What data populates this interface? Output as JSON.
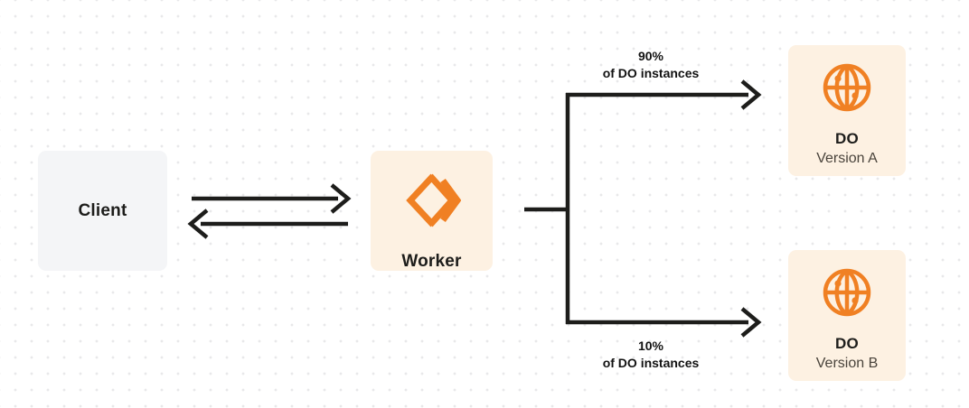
{
  "diagram": {
    "type": "architecture-flow",
    "background": "#ffffff",
    "dot_grid_color": "#e8e8ea",
    "nodes": [
      {
        "id": "client",
        "label": "Client",
        "icon": null,
        "fill": "#f4f5f7",
        "text_color": "#1d1d1b"
      },
      {
        "id": "worker",
        "label": "Worker",
        "icon": "cloudflare-workers-icon",
        "fill": "#fdf1e2",
        "icon_color": "#f08023",
        "text_color": "#1d1d1b"
      },
      {
        "id": "do-a",
        "label": "DO",
        "sublabel": "Version A",
        "icon": "globe-icon",
        "fill": "#fdf1e2",
        "icon_color": "#f08023",
        "text_color": "#1d1d1b",
        "sub_color": "#4a443c"
      },
      {
        "id": "do-b",
        "label": "DO",
        "sublabel": "Version B",
        "icon": "globe-icon",
        "fill": "#fdf1e2",
        "icon_color": "#f08023",
        "text_color": "#1d1d1b",
        "sub_color": "#4a443c"
      }
    ],
    "edges": [
      {
        "id": "client-to-worker",
        "from": "client",
        "to": "worker",
        "direction": "right",
        "label": ""
      },
      {
        "id": "worker-to-client",
        "from": "worker",
        "to": "client",
        "direction": "left",
        "label": ""
      },
      {
        "id": "worker-to-do-a",
        "from": "worker",
        "to": "do-a",
        "direction": "right",
        "percent": "90%",
        "caption": "of DO instances"
      },
      {
        "id": "worker-to-do-b",
        "from": "worker",
        "to": "do-b",
        "direction": "right",
        "percent": "10%",
        "caption": "of DO instances"
      }
    ],
    "edge_color": "#1d1d1b"
  }
}
